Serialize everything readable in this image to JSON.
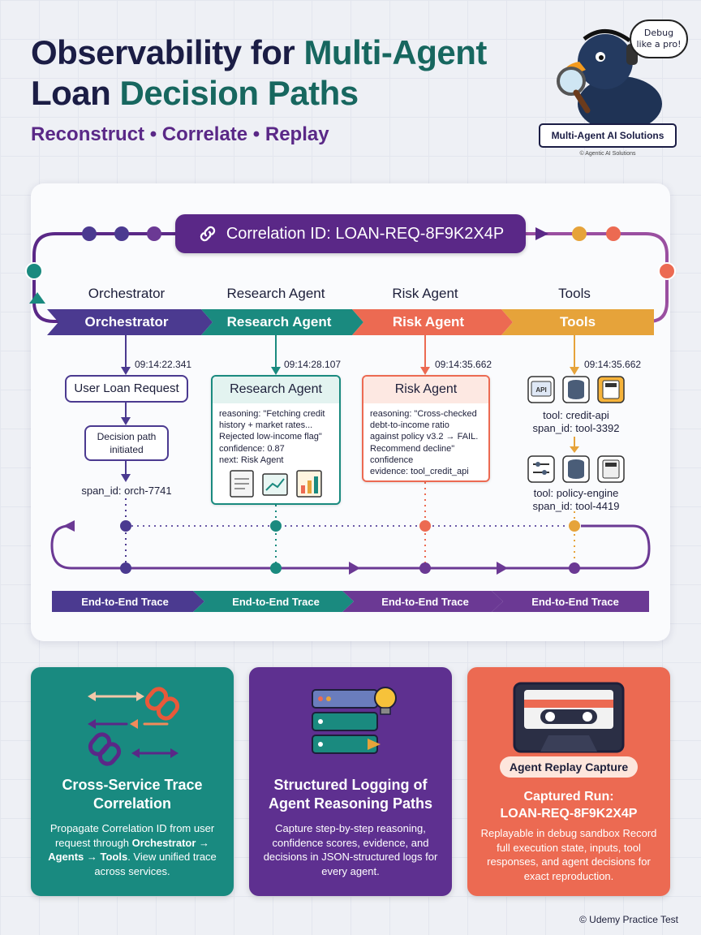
{
  "header": {
    "title_part1": "Observability for",
    "title_part2": "Multi-Agent",
    "title_part3": "Loan",
    "title_part4": "Decision Paths",
    "subtitle": "Reconstruct • Correlate • Replay",
    "bubble_line1": "Debug",
    "bubble_line2": "like a pro!",
    "brand": "Multi-Agent AI Solutions",
    "brand_small": "© Agentic AI Solutions"
  },
  "diagram": {
    "correlation_id": "Correlation ID: LOAN-REQ-8F9K2X4P",
    "columns": [
      {
        "label": "Orchestrator",
        "chevron": "Orchestrator",
        "timestamp": "09:14:22.341",
        "color": "#4b3a90"
      },
      {
        "label": "Research Agent",
        "chevron": "Research Agent",
        "timestamp": "09:14:28.107",
        "color": "#1a8a7f"
      },
      {
        "label": "Risk Agent",
        "chevron": "Risk Agent",
        "timestamp": "09:14:35.662",
        "color": "#ec6a52"
      },
      {
        "label": "Tools",
        "chevron": "Tools",
        "timestamp": "09:14:35.662",
        "color": "#e6a33a"
      }
    ],
    "orchestrator": {
      "user_request": "User Loan Request",
      "decision_line1": "Decision path",
      "decision_line2": "initiated",
      "span": "span_id: orch-7741"
    },
    "research_box": {
      "title": "Research Agent",
      "line1": "reasoning: \"Fetching credit",
      "line2": "history + market rates...",
      "line3": "Rejected low-income flag\"",
      "line4": "confidence: 0.87",
      "line5": "next: Risk Agent"
    },
    "risk_box": {
      "title": "Risk Agent",
      "line1": "reasoning: \"Cross-checked",
      "line2": "debt-to-income ratio",
      "line3": "against policy v3.2 → FAIL.",
      "line4": "Recommend decline\"",
      "line5": "confidence",
      "line6": "evidence: tool_credit_api"
    },
    "tools": {
      "tool1": "tool: credit-api",
      "span1": "span_id: tool-3392",
      "tool2": "tool: policy-engine",
      "span2": "span_id: tool-4419",
      "api_label": "API"
    },
    "trace_label": "End-to-End Trace"
  },
  "cards": [
    {
      "title": "Cross-Service Trace Correlation",
      "body_before": "Propagate Correlation ID from user request through ",
      "body_bold": "Orchestrator → Agents → Tools",
      "body_after": ". View unified trace across services.",
      "color": "#198a80"
    },
    {
      "title": "Structured Logging of Agent Reasoning Paths",
      "body": "Capture step-by-step reasoning, confidence scores, evidence, and decisions in JSON-structured logs for every agent.",
      "color": "#5e3090"
    },
    {
      "badge": "Agent Replay Capture",
      "title_line1": "Captured Run:",
      "title_line2": "LOAN-REQ-8F9K2X4P",
      "body": "Replayable in debug sandbox Record full execution state, inputs, tool responses, and agent decisions for exact reproduction.",
      "color": "#ec6a52"
    }
  ],
  "footer": {
    "copyright": "© Udemy Practice Test"
  }
}
